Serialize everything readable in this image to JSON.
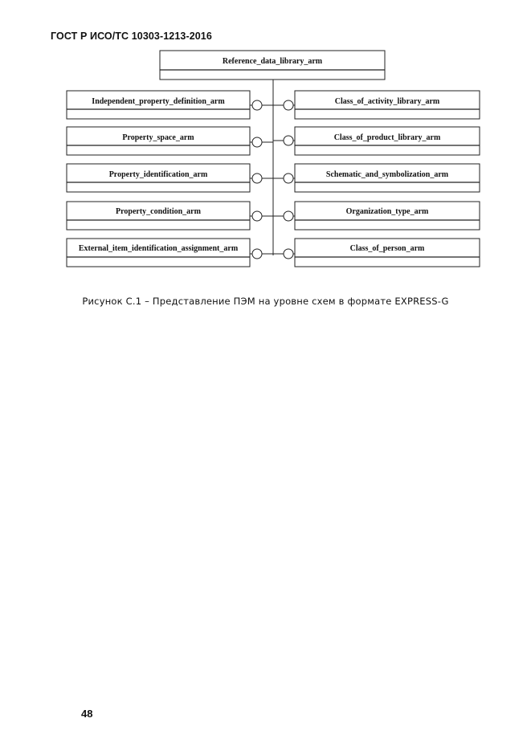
{
  "header": {
    "doc_code": "ГОСТ Р ИСО/ТС 10303-1213-2016"
  },
  "diagram": {
    "root": "Reference_data_library_arm",
    "left_entities": [
      "Independent_property_definition_arm",
      "Property_space_arm",
      "Property_identification_arm",
      "Property_condition_arm",
      "External_item_identification_assignment_arm"
    ],
    "right_entities": [
      "Class_of_activity_library_arm",
      "Class_of_product_library_arm",
      "Schematic_and_symbolization_arm",
      "Organization_type_arm",
      "Class_of_person_arm"
    ]
  },
  "caption": "Рисунок С.1 – Представление ПЭМ на уровне схем в формате EXPRESS-G",
  "page_number": "48"
}
